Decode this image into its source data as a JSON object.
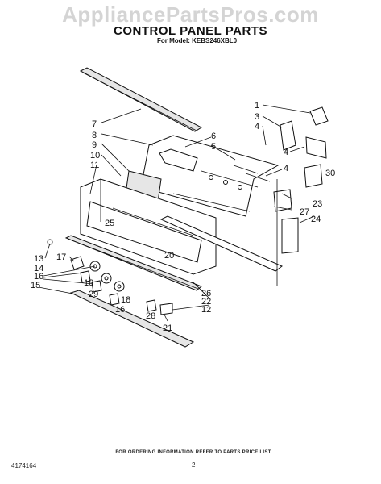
{
  "watermark": "AppliancePartsPros.com",
  "title": "CONTROL PANEL PARTS",
  "subtitle": "For Model: KEBS246XBL0",
  "footer_note": "FOR ORDERING INFORMATION REFER TO PARTS PRICE LIST",
  "doc_number": "4174164",
  "page_number": "2",
  "callouts": [
    "1",
    "3",
    "4",
    "7",
    "8",
    "6",
    "5",
    "9",
    "10",
    "11",
    "4",
    "4",
    "30",
    "23",
    "27",
    "24",
    "25",
    "20",
    "13",
    "14",
    "17",
    "16",
    "15",
    "18",
    "29",
    "16",
    "18",
    "28",
    "26",
    "22",
    "12",
    "21"
  ]
}
